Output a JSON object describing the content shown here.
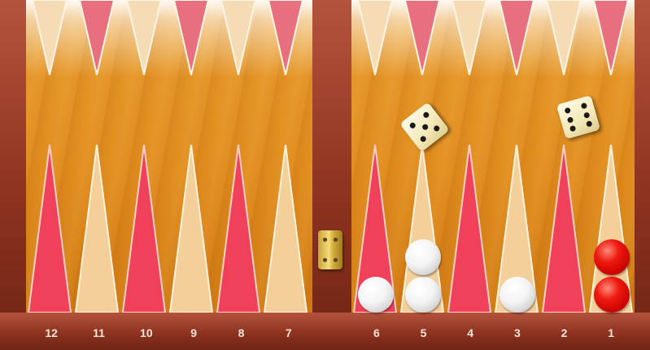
{
  "board": {
    "colors": {
      "wood": "#e08c1e",
      "frame": "#8e3320",
      "point_red": "#f0405a",
      "point_cream": "#f5cf9a"
    },
    "left_numbers": [
      "12",
      "11",
      "10",
      "9",
      "8",
      "7"
    ],
    "right_numbers": [
      "6",
      "5",
      "4",
      "3",
      "2",
      "1"
    ]
  },
  "checkers": [
    {
      "point": 6,
      "color": "white",
      "count": 1
    },
    {
      "point": 5,
      "color": "white",
      "count": 2
    },
    {
      "point": 3,
      "color": "white",
      "count": 1
    },
    {
      "point": 1,
      "color": "red",
      "count": 2
    }
  ],
  "dice": [
    {
      "value": 5
    },
    {
      "value": 6
    }
  ]
}
